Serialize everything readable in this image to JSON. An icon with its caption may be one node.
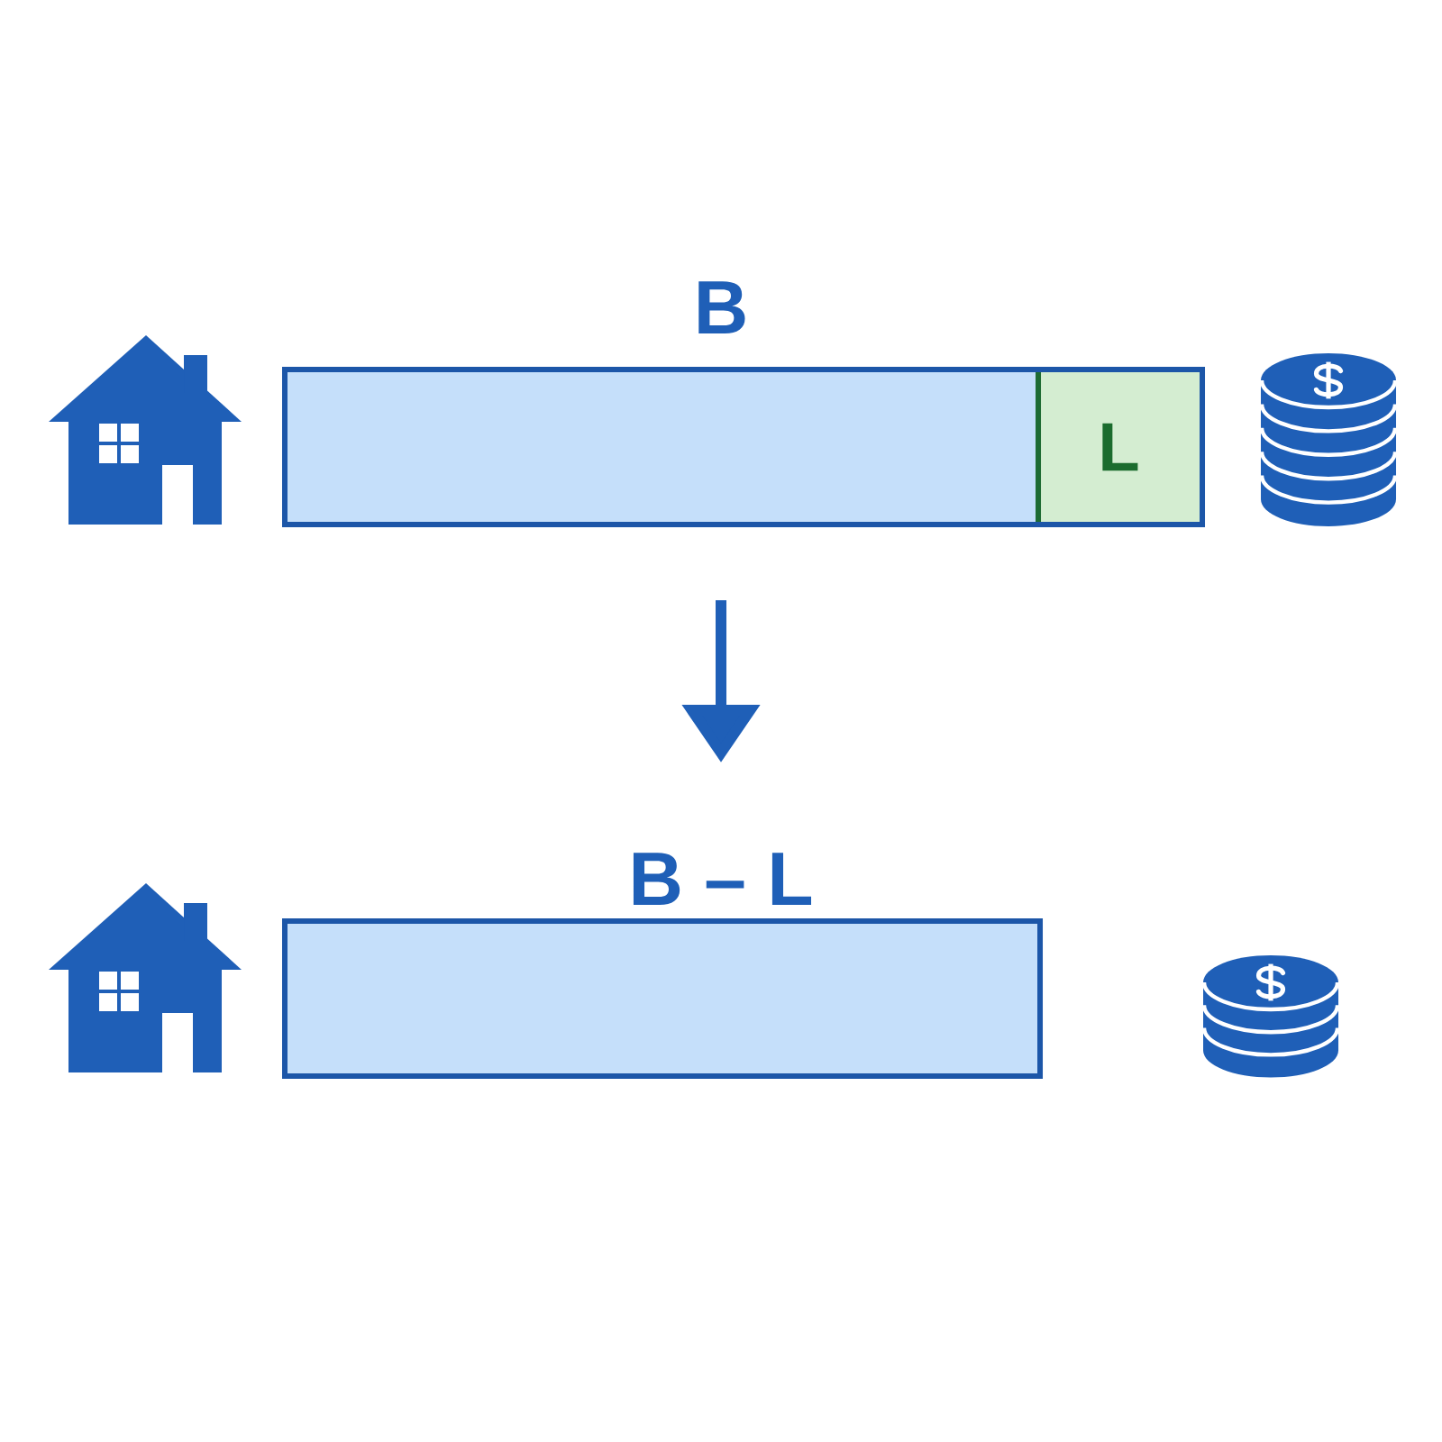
{
  "diagram": {
    "nodes": [
      {
        "text": [
          "B"
        ]
      },
      {
        "text": [
          "L"
        ],
        "in": 0
      },
      {
        "text": [
          "B – L"
        ]
      }
    ],
    "edges": [
      {
        "from": 0,
        "to": 2,
        "arrow": "to"
      }
    ]
  }
}
